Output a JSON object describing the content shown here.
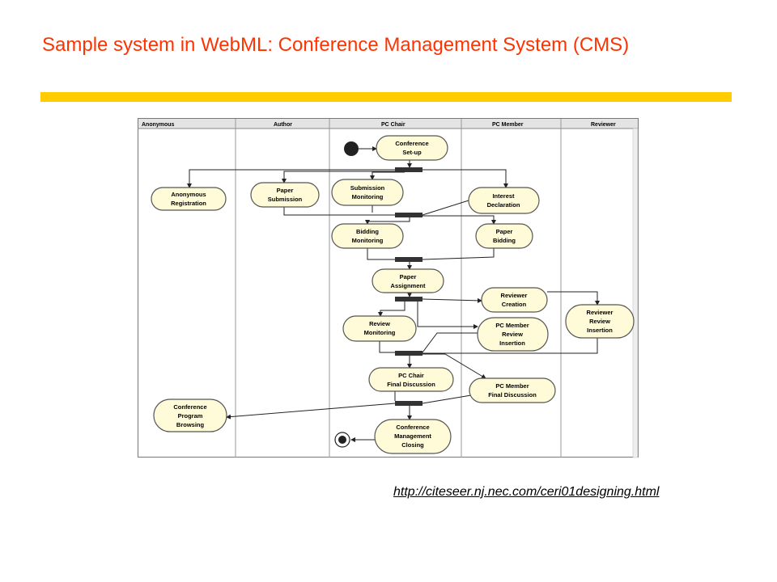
{
  "slide": {
    "title": "Sample system in WebML: Conference Management System (CMS)",
    "accent_color": "#ffcc00",
    "title_color": "#ff3300",
    "source_link": "http://citeseer.nj.nec.com/ceri01designing.html"
  },
  "diagram": {
    "lanes": [
      "Anonymous",
      "Author",
      "PC Chair",
      "PC Member",
      "Reviewer"
    ],
    "activities": {
      "conference_setup": [
        "Conference",
        "Set-up"
      ],
      "anonymous_registration": [
        "Anonymous",
        "Registration"
      ],
      "paper_submission": [
        "Paper",
        "Submission"
      ],
      "submission_monitoring": [
        "Submission",
        "Monitoring"
      ],
      "interest_declaration": [
        "Interest",
        "Declaration"
      ],
      "bidding_monitoring": [
        "Bidding",
        "Monitoring"
      ],
      "paper_bidding": [
        "Paper",
        "Bidding"
      ],
      "paper_assignment": [
        "Paper",
        "Assignment"
      ],
      "reviewer_creation": [
        "Reviewer",
        "Creation"
      ],
      "reviewer_review_insertion": [
        "Reviewer",
        "Review",
        "Insertion"
      ],
      "review_monitoring": [
        "Review",
        "Monitoring"
      ],
      "pc_member_review_insertion": [
        "PC Member",
        "Review",
        "Insertion"
      ],
      "pc_chair_final_discussion": [
        "PC Chair",
        "Final Discussion"
      ],
      "pc_member_final_discussion": [
        "PC Member",
        "Final Discussion"
      ],
      "conference_program_browsing": [
        "Conference",
        "Program",
        "Browsing"
      ],
      "conference_management_closing": [
        "Conference",
        "Management",
        "Closing"
      ]
    }
  }
}
